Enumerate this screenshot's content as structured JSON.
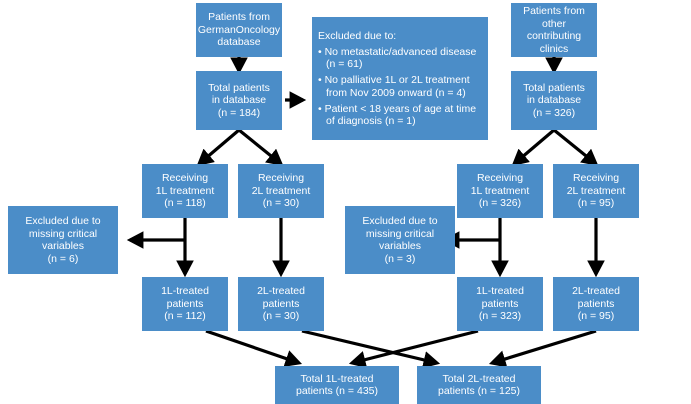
{
  "figure": {
    "type": "flowchart",
    "accent_color": "#4b8dc8",
    "text_color": "#ffffff",
    "arrow_color": "#000000",
    "background": "#ffffff"
  },
  "nodes": {
    "source_german": "Patients from\nGermanOncology\ndatabase",
    "total_german": "Total patients\nin database\n(n = 184)",
    "source_other": "Patients from\nother contributing\nclinics",
    "total_other": "Total patients\nin database\n(n = 326)",
    "excluded_criteria": {
      "title": "Excluded due to:",
      "items": [
        "• No metastatic/advanced disease (n = 61)",
        "• No palliative 1L or 2L treatment from Nov 2009 onward (n = 4)",
        "• Patient < 18 years of age at time of diagnosis (n = 1)"
      ]
    },
    "receiving_1l_left": "Receiving\n1L treatment\n(n = 118)",
    "receiving_2l_left": "Receiving\n2L treatment\n(n = 30)",
    "receiving_1l_right": "Receiving\n1L treatment\n(n = 326)",
    "receiving_2l_right": "Receiving\n2L treatment\n(n = 95)",
    "excluded_missing_left": "Excluded due to\nmissing critical\nvariables\n(n = 6)",
    "excluded_missing_right": "Excluded due to\nmissing critical\nvariables\n(n = 3)",
    "treated_1l_left": "1L-treated\npatients\n(n = 112)",
    "treated_2l_left": "2L-treated\npatients\n(n = 30)",
    "treated_1l_right": "1L-treated\npatients\n(n = 323)",
    "treated_2l_right": "2L-treated\npatients\n(n = 95)",
    "total_1l": "Total 1L-treated\npatients (n = 435)",
    "total_2l": "Total 2L-treated\npatients (n = 125)"
  }
}
